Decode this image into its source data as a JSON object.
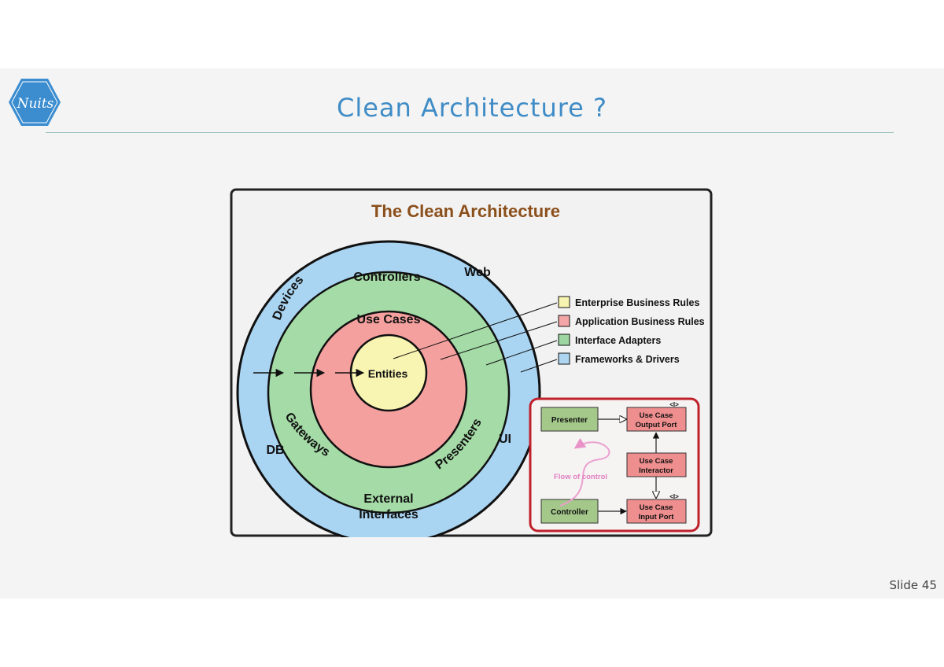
{
  "slide": {
    "title": "Clean Architecture ?",
    "number": "Slide 45",
    "logo_text": "Nuits"
  },
  "diagram": {
    "title": "The Clean Architecture",
    "rings": {
      "outer_labels": [
        "Devices",
        "Web",
        "DB",
        "UI",
        "External",
        "Interfaces"
      ],
      "green_labels": [
        "Controllers",
        "Gateways",
        "Presenters"
      ],
      "red_label": "Use Cases",
      "core_label": "Entities"
    },
    "legend": [
      {
        "label": "Enterprise Business Rules",
        "color": "#f7f3b0"
      },
      {
        "label": "Application Business Rules",
        "color": "#f4a6a6"
      },
      {
        "label": "Interface Adapters",
        "color": "#9dd6a0"
      },
      {
        "label": "Frameworks & Drivers",
        "color": "#aed6f1"
      }
    ],
    "flow": {
      "presenter": "Presenter",
      "output_port": [
        "Use Case",
        "Output Port"
      ],
      "interactor": [
        "Use Case",
        "Interactor"
      ],
      "controller": "Controller",
      "input_port": [
        "Use Case",
        "Input Port"
      ],
      "interface_marker": "<I>",
      "flow_label": "Flow of control"
    },
    "colors": {
      "outer": "#a9d4f2",
      "green": "#a4dba6",
      "red": "#f4a09e",
      "core": "#f8f4b2",
      "title": "#8b4f1b",
      "highlight_border": "#c0202a"
    }
  }
}
